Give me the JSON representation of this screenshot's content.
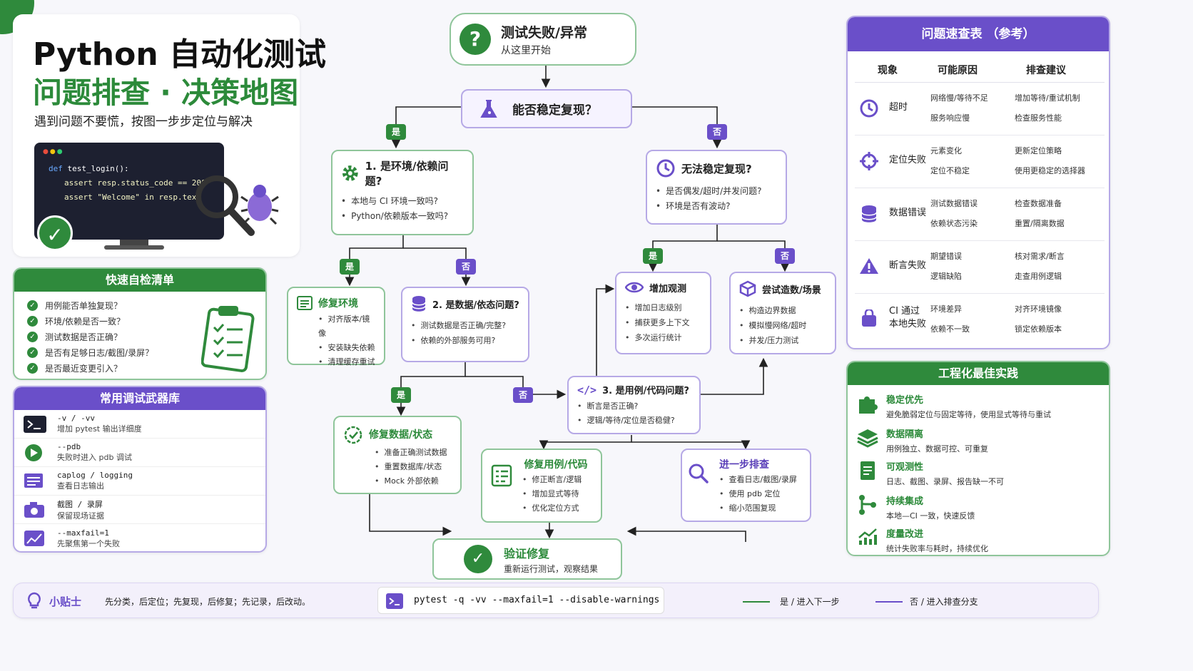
{
  "header": {
    "title_line1": "Python 自动化测试",
    "title_line2": "问题排查 · 决策地图",
    "subtitle": "遇到问题不要慌，按图一步步定位与解决"
  },
  "code_screen": {
    "line1_kw": "def",
    "line1": "test_login():",
    "line2": "assert resp.status_code == 200",
    "line3": "assert \"Welcome\" in resp.text"
  },
  "checklist": {
    "title": "快速自检清单",
    "items": [
      "用例能否单独复现？",
      "环境/依赖是否一致？",
      "测试数据是否正确？",
      "是否有足够日志/截图/录屏？",
      "是否最近变更引入？"
    ]
  },
  "tools": {
    "title": "常用调试武器库",
    "items": [
      {
        "key": "-v / -vv",
        "desc": "增加 pytest 输出详细度",
        "icon": "terminal-icon"
      },
      {
        "key": "--pdb",
        "desc": "失败时进入 pdb 调试",
        "icon": "debug-play-icon"
      },
      {
        "key": "caplog / logging",
        "desc": "查看日志输出",
        "icon": "log-icon"
      },
      {
        "key": "截图 / 录屏",
        "desc": "保留现场证据",
        "icon": "camera-icon"
      },
      {
        "key": "--maxfail=1",
        "desc": "先聚焦第一个失败",
        "icon": "chart-icon"
      }
    ]
  },
  "flow": {
    "start_title": "测试失败/异常",
    "start_sub": "从这里开始",
    "q0": "能否稳定复现？",
    "yes": "是",
    "no": "否",
    "q1_title": "1. 是环境/依赖问题?",
    "q1_items": [
      "本地与 CI 环境一致吗?",
      "Python/依赖版本一致吗?"
    ],
    "qr_title": "无法稳定复现?",
    "qr_items": [
      "是否偶发/超时/并发问题?",
      "环境是否有波动?"
    ],
    "fix_env_title": "修复环境",
    "fix_env_items": [
      "对齐版本/镜像",
      "安装缺失依赖",
      "清理缓存重试"
    ],
    "q2_title": "2. 是数据/依态问题?",
    "q2_items": [
      "测试数据是否正确/完整?",
      "依赖的外部服务可用?"
    ],
    "obs_title": "增加观测",
    "obs_items": [
      "增加日志级别",
      "捕获更多上下文",
      "多次运行统计"
    ],
    "stress_title": "尝试造数/场景",
    "stress_items": [
      "构造边界数据",
      "模拟慢网络/超时",
      "并发/压力测试"
    ],
    "fix_data_title": "修复数据/状态",
    "fix_data_items": [
      "准备正确测试数据",
      "重置数据库/状态",
      "Mock 外部依赖"
    ],
    "q3_title": "3. 是用例/代码问题?",
    "q3_items": [
      "断言是否正确?",
      "逻辑/等待/定位是否稳健?"
    ],
    "fix_code_title": "修复用例/代码",
    "fix_code_items": [
      "修正断言/逻辑",
      "增加显式等待",
      "优化定位方式"
    ],
    "further_title": "进一步排查",
    "further_items": [
      "查看日志/截图/录屏",
      "使用 pdb 定位",
      "缩小范围复现"
    ],
    "verify_title": "验证修复",
    "verify_sub": "重新运行测试，观察结果"
  },
  "quick_table": {
    "title": "问题速查表 （参考）",
    "headers": [
      "现象",
      "可能原因",
      "排查建议"
    ],
    "rows": [
      {
        "phen": "超时",
        "causes": [
          "网络慢/等待不足",
          "服务响应慢"
        ],
        "tips": [
          "增加等待/重试机制",
          "检查服务性能"
        ],
        "icon": "clock-icon"
      },
      {
        "phen": "定位失败",
        "causes": [
          "元素变化",
          "定位不稳定"
        ],
        "tips": [
          "更新定位策略",
          "使用更稳定的选择器"
        ],
        "icon": "crosshair-icon"
      },
      {
        "phen": "数据错误",
        "causes": [
          "测试数据错误",
          "依赖状态污染"
        ],
        "tips": [
          "检查数据准备",
          "重置/隔离数据"
        ],
        "icon": "database-icon"
      },
      {
        "phen": "断言失败",
        "causes": [
          "期望错误",
          "逻辑缺陷"
        ],
        "tips": [
          "核对需求/断言",
          "走查用例逻辑"
        ],
        "icon": "warning-icon"
      },
      {
        "phen": "CI 通过\n本地失败",
        "causes": [
          "环境差异",
          "依赖不一致"
        ],
        "tips": [
          "对齐环境镜像",
          "锁定依赖版本"
        ],
        "icon": "bag-icon"
      }
    ]
  },
  "best_practices": {
    "title": "工程化最佳实践",
    "items": [
      {
        "title": "稳定优先",
        "desc": "避免脆弱定位与固定等待，使用显式等待与重试",
        "icon": "puzzle-icon"
      },
      {
        "title": "数据隔离",
        "desc": "用例独立、数据可控、可重复",
        "icon": "layers-icon"
      },
      {
        "title": "可观测性",
        "desc": "日志、截图、录屏、报告缺一不可",
        "icon": "doc-icon"
      },
      {
        "title": "持续集成",
        "desc": "本地—CI 一致，快速反馈",
        "icon": "branch-icon"
      },
      {
        "title": "度量改进",
        "desc": "统计失败率与耗时，持续优化",
        "icon": "trend-icon"
      }
    ]
  },
  "footer": {
    "tip_label": "小贴士",
    "tip_text": "先分类，后定位；先复现，后修复；先记录，后改动。",
    "command": "pytest -q -vv --maxfail=1 --disable-warnings",
    "legend_yes": "是 / 进入下一步",
    "legend_no": "否 / 进入排查分支"
  },
  "colors": {
    "green": "#2f8a3c",
    "purple": "#6a4fc9"
  }
}
